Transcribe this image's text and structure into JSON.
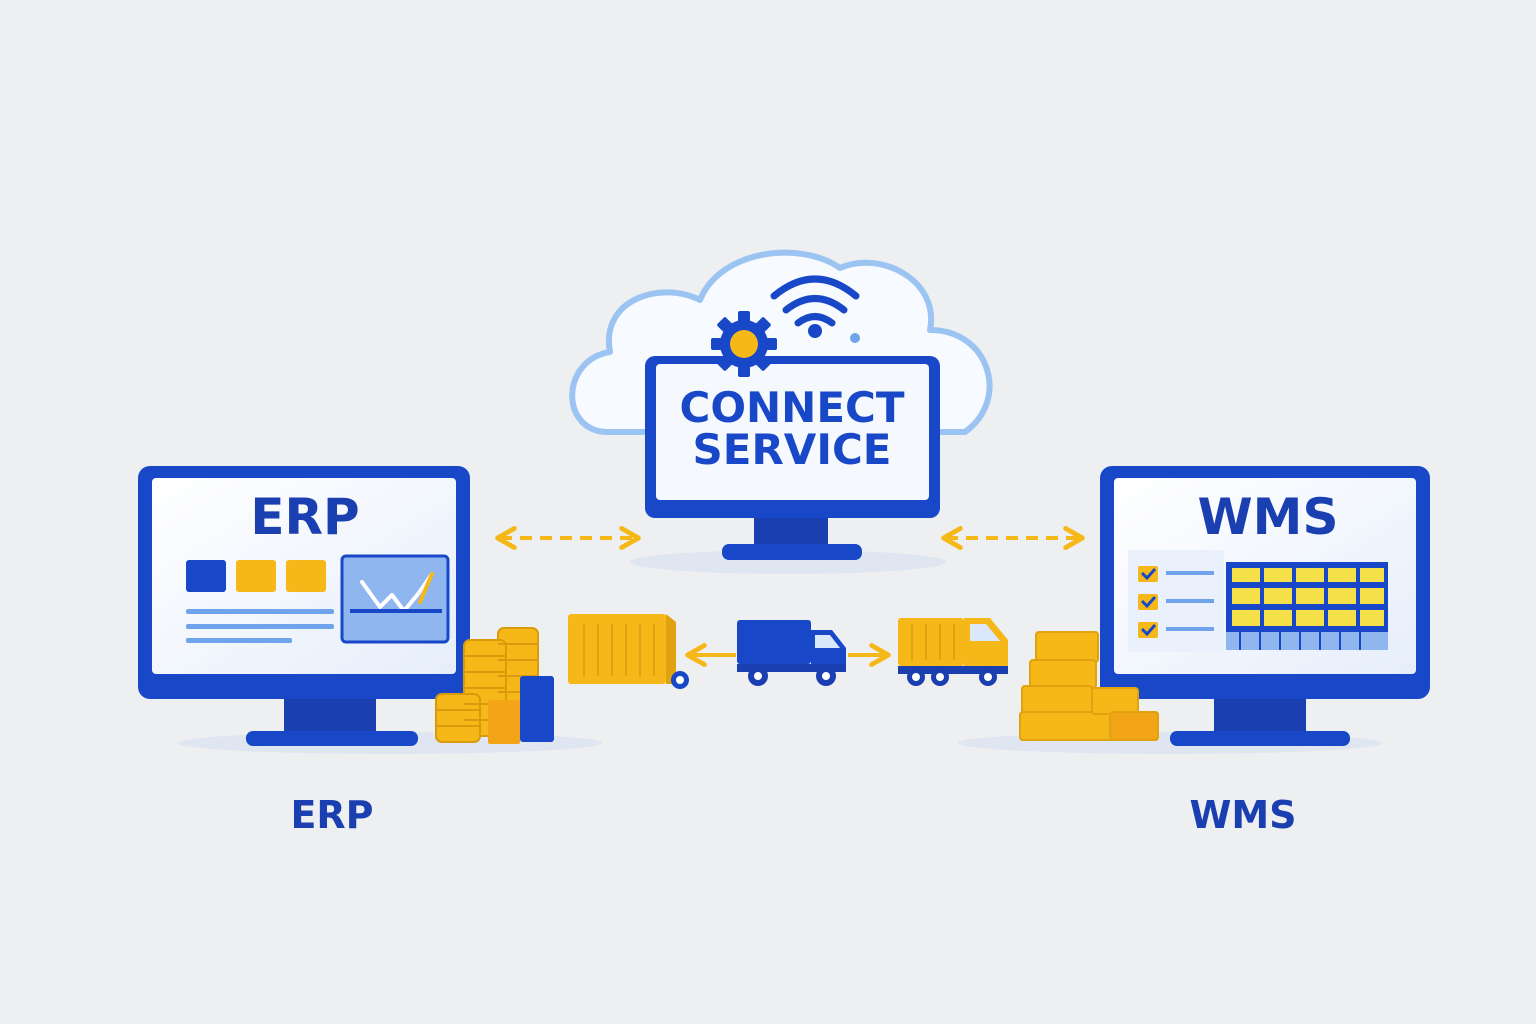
{
  "colors": {
    "background": "#eeeff1",
    "primary_blue": "#1848c8",
    "dark_blue": "#1a3fb0",
    "light_blue": "#dbe8fb",
    "accent_yellow": "#f5b818",
    "accent_orange": "#f2a516",
    "screen_white": "#f5f8fd",
    "cloud_fill": "#f7fafe",
    "cloud_stroke": "#9cc4f2",
    "shadow": "#dfe6f2"
  },
  "connect": {
    "line1": "CONNECT",
    "line2": "SERVICE"
  },
  "erp": {
    "screen_title": "ERP",
    "caption": "ERP"
  },
  "wms": {
    "screen_title": "WMS",
    "caption": "WMS"
  },
  "icons": {
    "cloud": "cloud-icon",
    "gear": "gear-icon",
    "wifi": "wifi-icon",
    "coins": "coin-stack-icon",
    "boxes": "box-stack-icon",
    "container": "container-icon",
    "van": "van-icon",
    "truck": "truck-icon",
    "chart": "line-chart-icon",
    "warehouse": "warehouse-rack-icon",
    "checklist": "checklist-icon",
    "arrows": "bidirectional-dashed-arrow-icon"
  }
}
